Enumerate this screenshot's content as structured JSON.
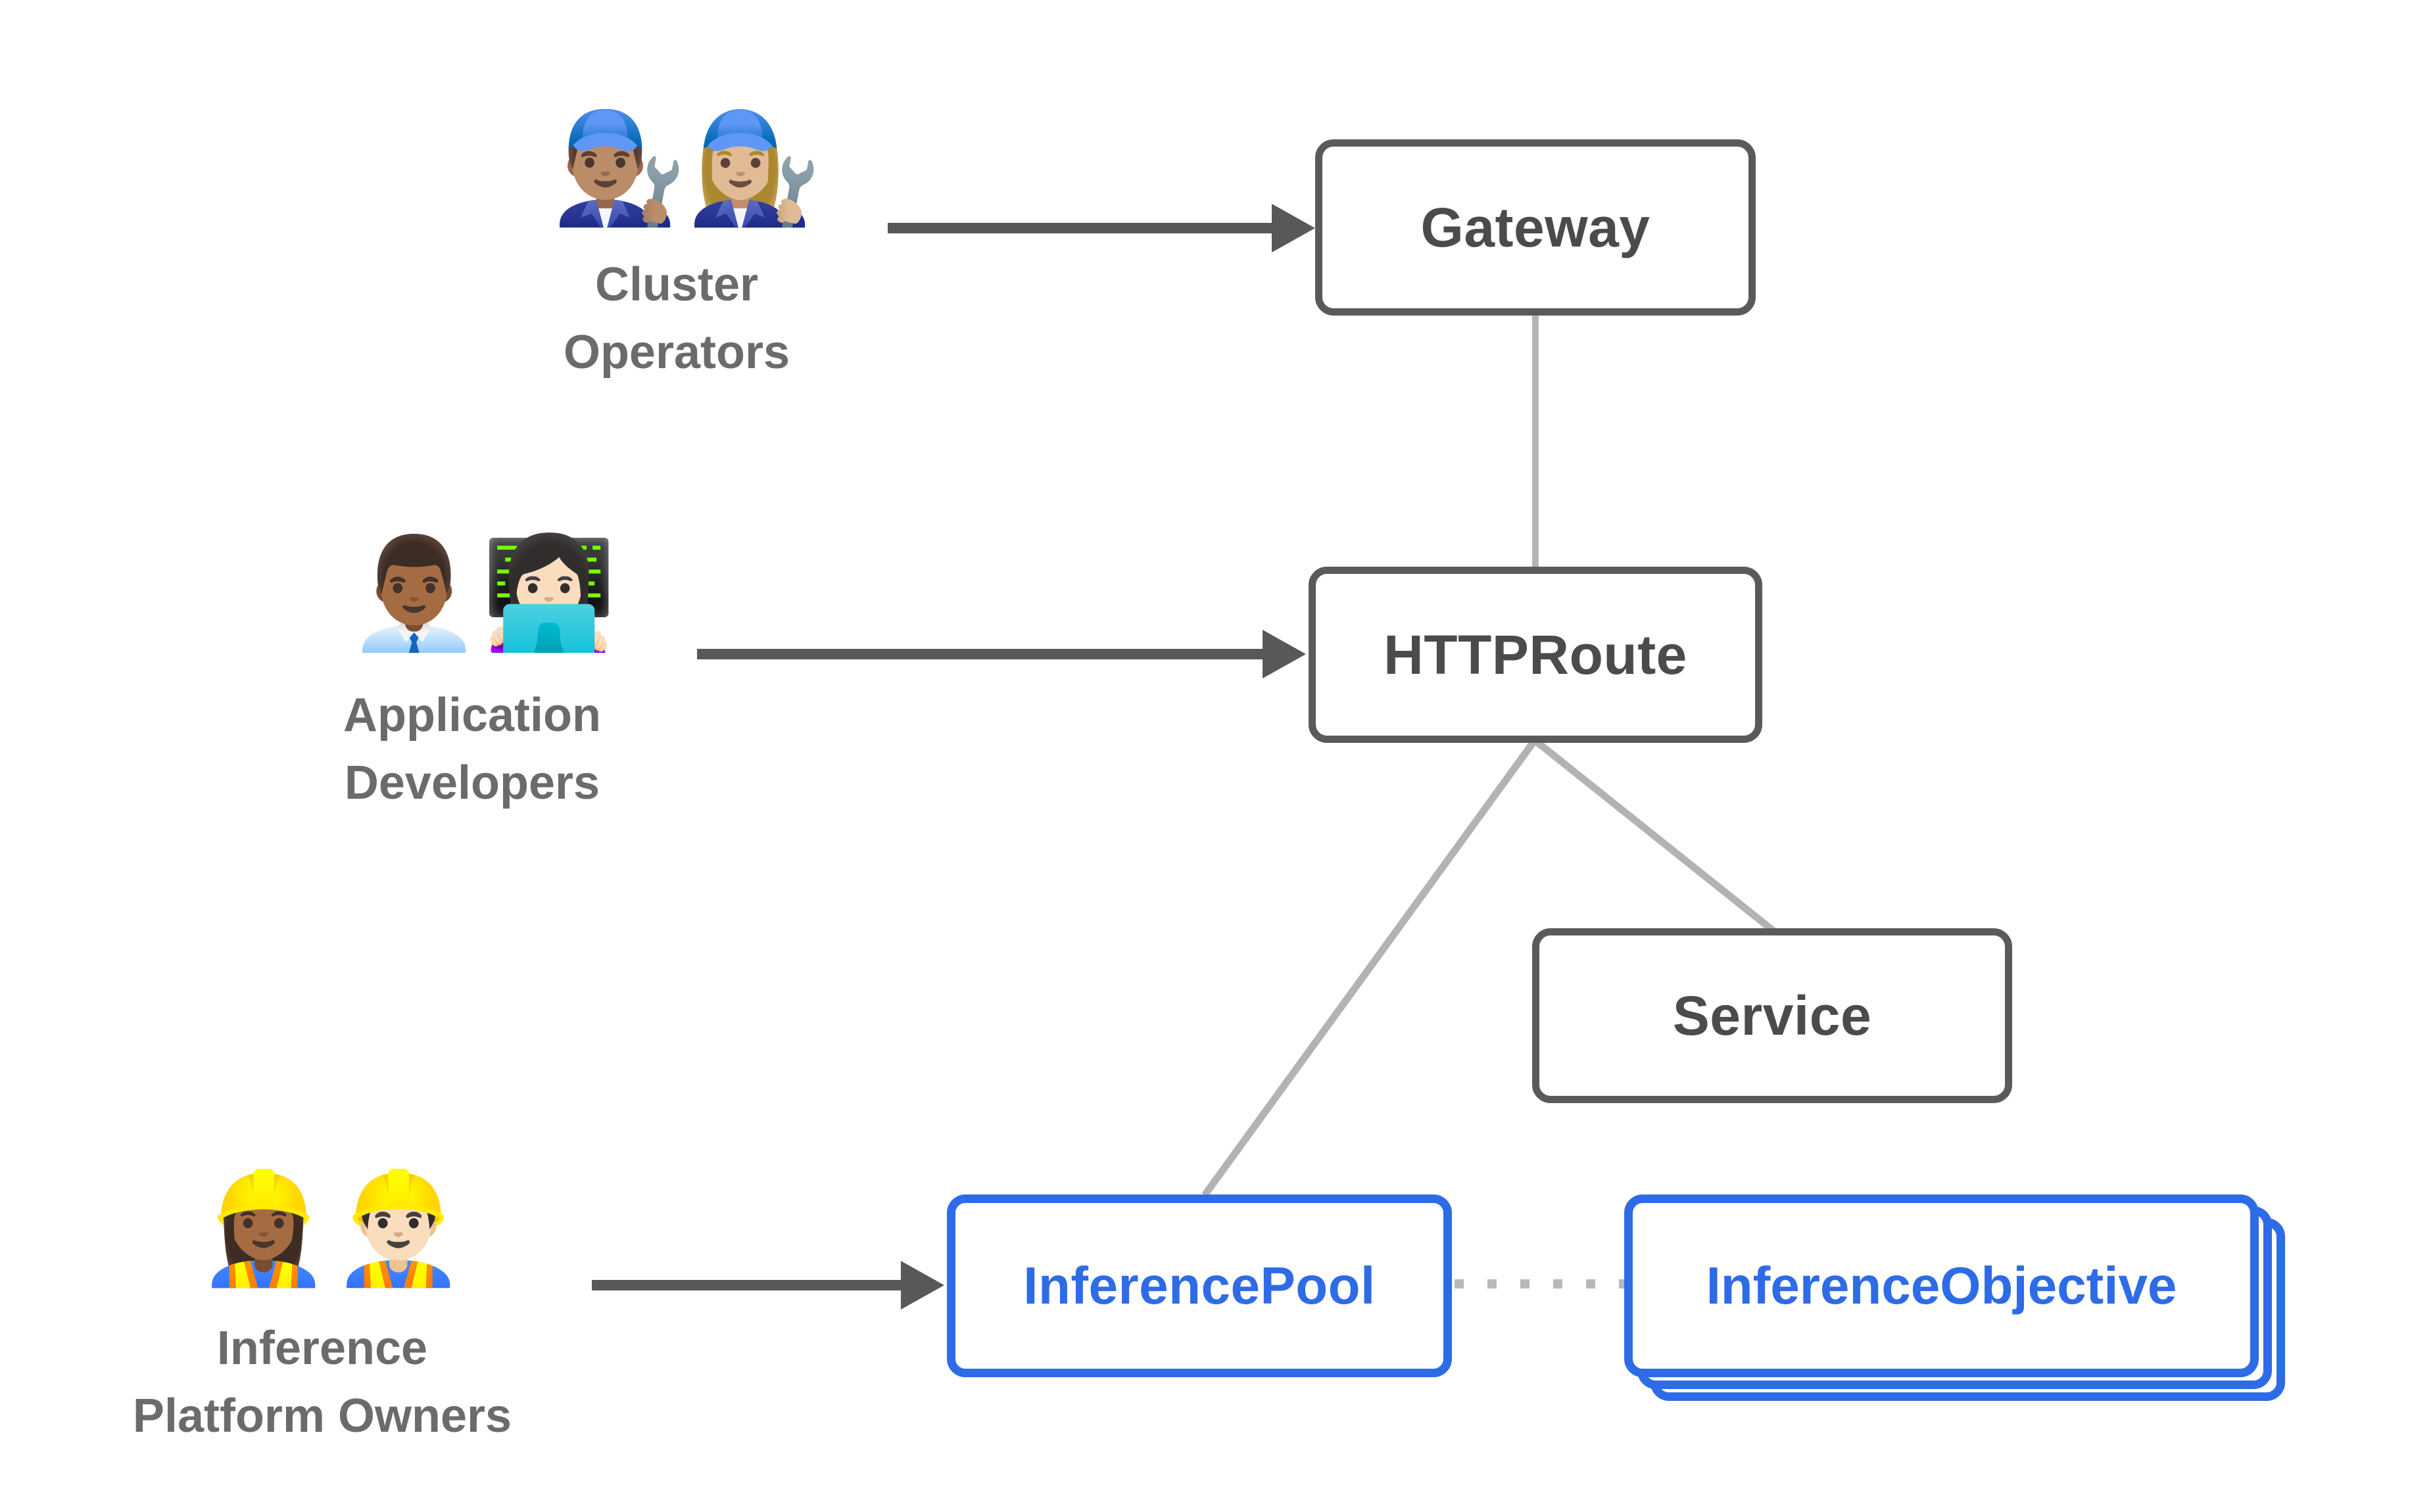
{
  "page": {
    "background": "#ffffff",
    "description": "Gateway API inference extension personas diagram"
  },
  "palette": {
    "node_border_gray": "#5a5a5c",
    "node_text_gray": "#4b4b4d",
    "actor_label_gray": "#6b6b6d",
    "arrow_dark_gray": "#58585a",
    "connector_light_gray": "#b3b3b3",
    "dotted_gray": "#b9b9b9",
    "accent_blue": "#2e6be6"
  },
  "actors": {
    "cluster_operators": {
      "label": "Cluster\nOperators",
      "emojis": [
        {
          "name": "man-mechanic-emoji",
          "char": "👨🏽‍🔧"
        },
        {
          "name": "woman-mechanic-emoji",
          "char": "👩🏼‍🔧"
        }
      ]
    },
    "application_developers": {
      "label": "Application\nDevelopers",
      "emojis": [
        {
          "name": "man-office-worker-emoji",
          "char": "👨🏾‍💼"
        },
        {
          "name": "woman-technologist-emoji",
          "char": "👩🏻‍💻"
        }
      ]
    },
    "inference_platform_owners": {
      "label": "Inference\nPlatform Owners",
      "emojis": [
        {
          "name": "woman-construction-worker-emoji",
          "char": "👷🏾‍♀️"
        },
        {
          "name": "man-construction-worker-emoji",
          "char": "👷🏻‍♂️"
        }
      ]
    }
  },
  "nodes": {
    "gateway": {
      "label": "Gateway",
      "style": "gray"
    },
    "httproute": {
      "label": "HTTPRoute",
      "style": "gray"
    },
    "service": {
      "label": "Service",
      "style": "gray"
    },
    "inferencepool": {
      "label": "InferencePool",
      "style": "blue"
    },
    "inferenceobjective": {
      "label": "InferenceObjective",
      "style": "blue-stacked",
      "stack_count": 3
    }
  },
  "edges": [
    {
      "from": "cluster_operators",
      "to": "gateway",
      "style": "dark-arrow"
    },
    {
      "from": "application_developers",
      "to": "httproute",
      "style": "dark-arrow"
    },
    {
      "from": "inference_platform_owners",
      "to": "inferencepool",
      "style": "dark-arrow"
    },
    {
      "from": "gateway",
      "to": "httproute",
      "style": "light-gray-line"
    },
    {
      "from": "httproute",
      "to": "inferencepool",
      "style": "light-gray-line"
    },
    {
      "from": "httproute",
      "to": "service",
      "style": "light-gray-line"
    },
    {
      "from": "inferencepool",
      "to": "inferenceobjective",
      "style": "dotted-gray-line"
    }
  ]
}
